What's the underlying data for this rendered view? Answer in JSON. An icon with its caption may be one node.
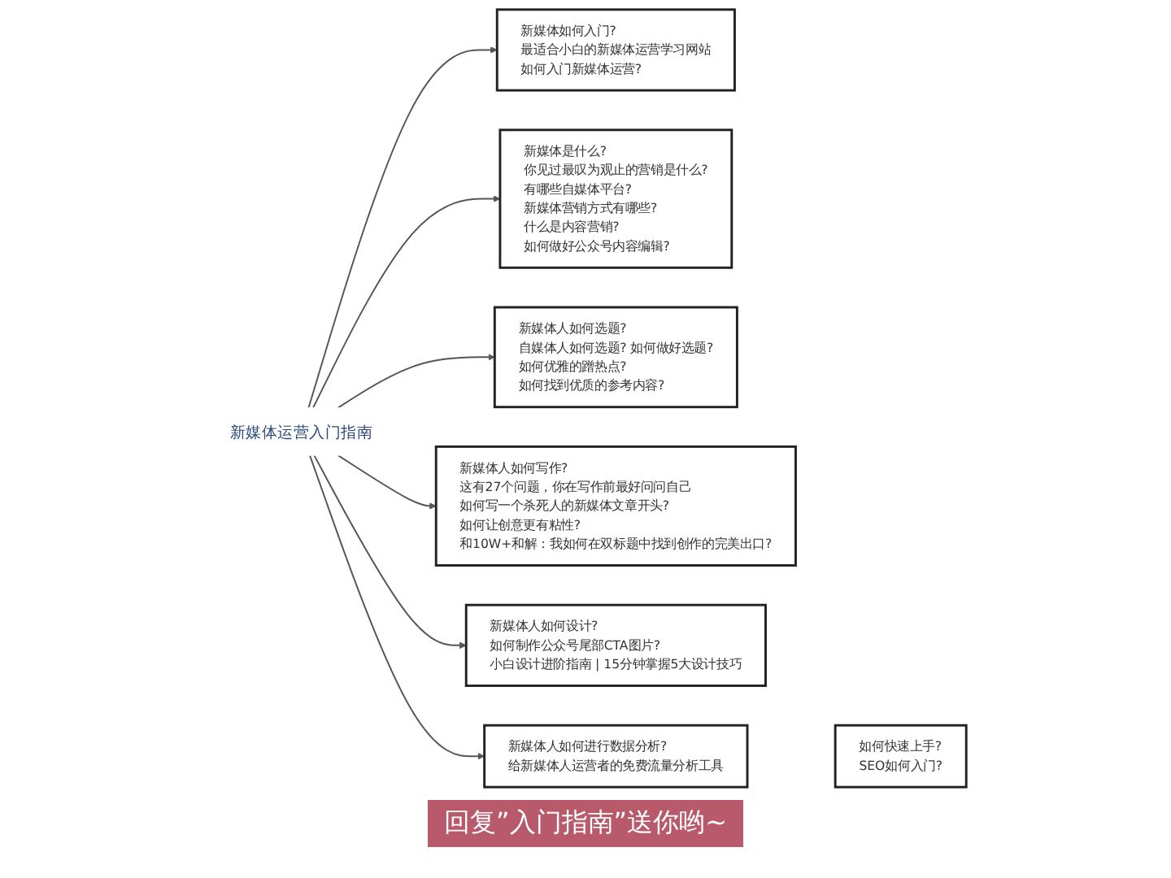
{
  "diagram": {
    "nodes": [
      {
        "text": [
          "新媒体运营入门指南"
        ]
      },
      {
        "text": [
          "新媒体如何入门?",
          "最适合小白的新媒体运营学习网站",
          "如何入门新媒体运营?"
        ]
      },
      {
        "text": [
          "新媒体是什么?",
          "你见过最叹为观止的营销是什么?",
          "有哪些自媒体平台?",
          "新媒体营销方式有哪些?",
          "什么是内容营销?",
          "如何做好公众号内容编辑?"
        ]
      },
      {
        "text": [
          "新媒体人如何选题?",
          "自媒体人如何选题? 如何做好选题?",
          "如何优雅的蹭热点?",
          "如何找到优质的参考内容?"
        ]
      },
      {
        "text": [
          "新媒体人如何写作?",
          "这有27个问题，你在写作前最好问问自己",
          "如何写一个杀死人的新媒体文章开头?",
          "如何让创意更有粘性?",
          "和10W+和解：我如何在双标题中找到创作的完美出口?"
        ]
      },
      {
        "text": [
          "新媒体人如何设计?",
          "如何制作公众号尾部CTA图片?",
          "小白设计进阶指南 | 15分钟掌握5大设计技巧"
        ]
      },
      {
        "text": [
          "新媒体人如何进行数据分析?",
          "给新媒体人运营者的免费流量分析工具"
        ]
      },
      {
        "text": [
          "如何快速上手?",
          "SEO如何入门?"
        ]
      }
    ],
    "edges": [
      {
        "from": 0,
        "to": 1,
        "arrow": "to"
      },
      {
        "from": 0,
        "to": 2,
        "arrow": "to"
      },
      {
        "from": 0,
        "to": 3,
        "arrow": "to"
      },
      {
        "from": 0,
        "to": 4,
        "arrow": "to"
      },
      {
        "from": 0,
        "to": 5,
        "arrow": "to"
      },
      {
        "from": 0,
        "to": 6,
        "arrow": "to"
      }
    ],
    "labels": [
      "回复”入门指南”送你哟~"
    ]
  }
}
